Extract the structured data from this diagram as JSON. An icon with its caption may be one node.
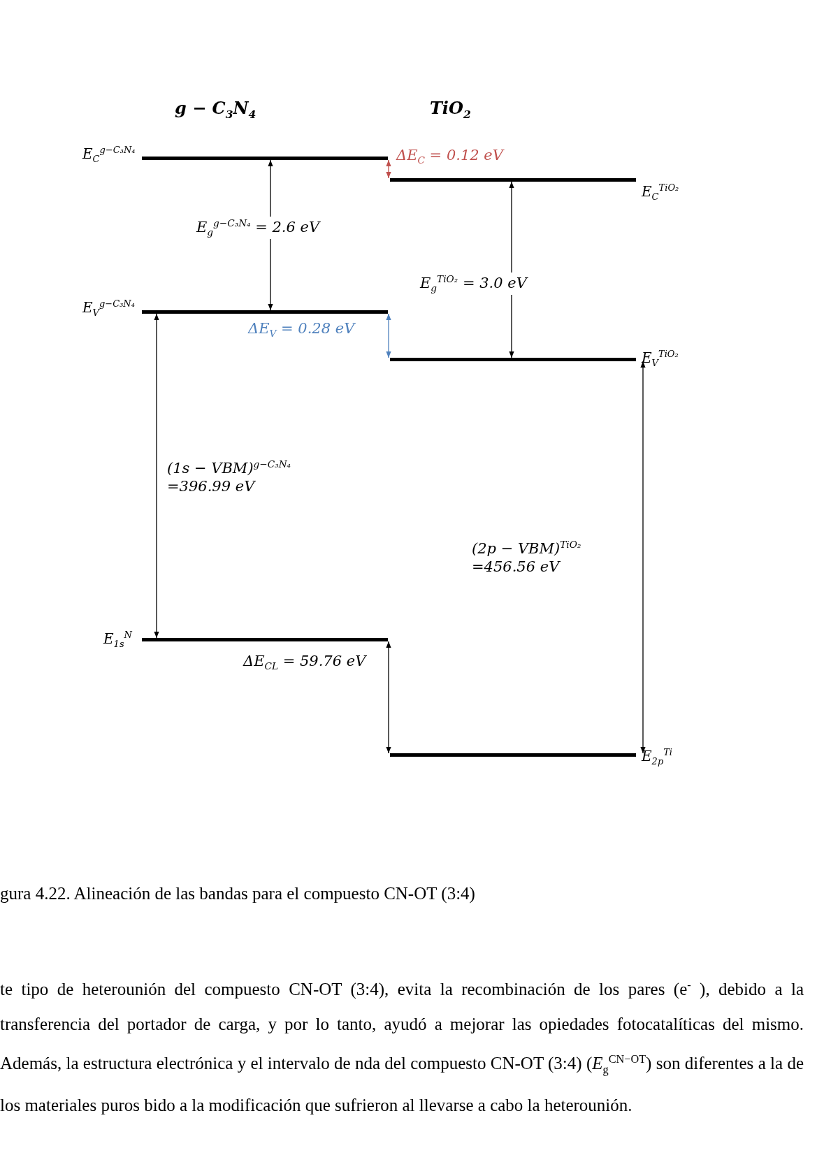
{
  "diagram": {
    "caption": "gura 4.22. Alineación de las bandas para el compuesto CN-OT (3:4)",
    "nodes": [
      {
        "text": [],
        "shape": "bar",
        "beside": [
          "E$_{C}$$^{g−C₃N₄}$"
        ]
      },
      {
        "text": [],
        "shape": "bar",
        "beside": [
          "E$_{C}$$^{TiO₂}$"
        ]
      },
      {
        "text": [],
        "shape": "bar",
        "beside": [
          "E$_{V}$$^{g−C₃N₄}$"
        ]
      },
      {
        "text": [],
        "shape": "bar",
        "beside": [
          "E$_{V}$$^{TiO₂}$"
        ]
      },
      {
        "text": [],
        "shape": "bar",
        "beside": [
          "E$_{1s}$$^{N}$"
        ]
      },
      {
        "text": [],
        "shape": "bar",
        "beside": [
          "E$_{2p}$$^{Ti}$"
        ]
      }
    ],
    "edges": [
      {
        "from": 0,
        "to": 1,
        "arrow": "both",
        "label": "ΔE$_{C}$ = 0.12 eV",
        "color": "#c0504d"
      },
      {
        "from": 0,
        "to": 2,
        "arrow": "both",
        "label": "E$_{g}$$^{g−C₃N₄}$ = 2.6 eV"
      },
      {
        "from": 1,
        "to": 3,
        "arrow": "both",
        "label": "E$_{g}$$^{TiO₂}$ = 3.0 eV"
      },
      {
        "from": 2,
        "to": 3,
        "arrow": "both",
        "label": "ΔE$_{V}$ = 0.28 eV",
        "color": "#4f81bd"
      },
      {
        "from": 2,
        "to": 4,
        "arrow": "both",
        "label": "(1s − VBM)$^{g−C₃N₄}$ =396.99 eV"
      },
      {
        "from": 3,
        "to": 5,
        "arrow": "both",
        "label": "(2p − VBM)$^{TiO₂}$ =456.56 eV"
      },
      {
        "from": 4,
        "to": 5,
        "arrow": "both",
        "label": "ΔE$_{CL}$ = 59.76 eV"
      }
    ],
    "labels": [
      "g − C$_{3}$N$_{4}$",
      "TiO$_{2}$",
      "te tipo de heterounión del compuesto CN-OT (3:4), evita la recombinación de los pares (e$^{-}$ ), debido a la transferencia del portador de carga, y por lo tanto, ayudó a mejorar las opiedades fotocatalíticas del mismo. Además, la estructura electrónica y el intervalo de nda del compuesto CN-OT (3:4) (*E*$_{g}$$^{CN−OT}$) son diferentes a la de los materiales puros bido a la modificación que sufrieron al llevarse a cabo la heterounión."
    ]
  }
}
